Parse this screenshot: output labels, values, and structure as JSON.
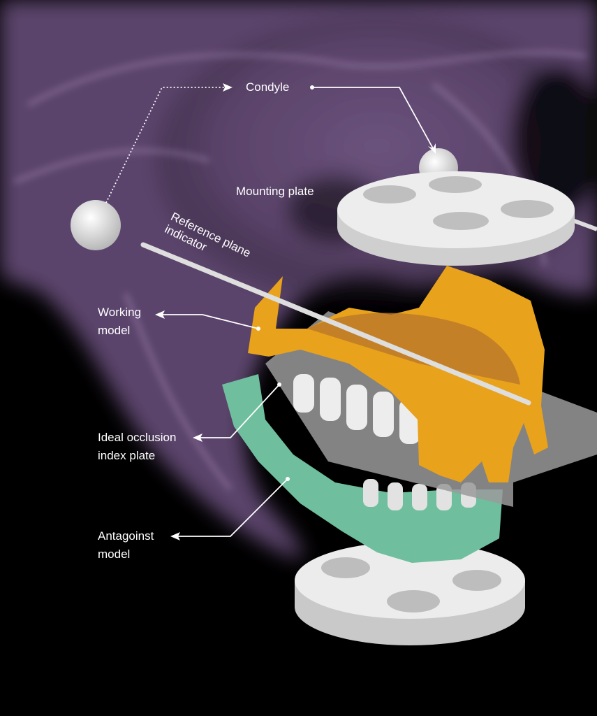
{
  "labels": {
    "condyle": "Condyle",
    "mounting_plate": "Mounting plate",
    "reference_plane_line1": "Reference plane",
    "reference_plane_line2": "indicator",
    "working_model_line1": "Working",
    "working_model_line2": "model",
    "index_plate_line1": "Ideal occlusion",
    "index_plate_line2": "index plate",
    "antagonist_line1": "Antagoinst",
    "antagonist_line2": "model"
  },
  "colors": {
    "skull": "#8a6a9e",
    "working_model": "#e8a21c",
    "antagonist_model": "#6fbf9e",
    "plates": "#e6e6e6",
    "index_plate": "#9a9a9a"
  }
}
